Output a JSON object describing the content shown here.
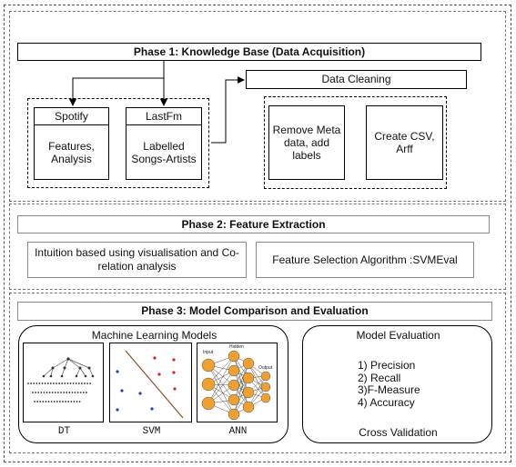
{
  "phase1": {
    "title": "Phase 1: Knowledge Base (Data Acquisition)",
    "spotify": {
      "header": "Spotify",
      "body": "Features,\nAnalysis"
    },
    "lastfm": {
      "header": "LastFm",
      "body": "Labelled\nSongs-Artists"
    },
    "cleaning": "Data Cleaning",
    "remove_meta": "Remove Meta\ndata, add\nlabels",
    "create_csv": "Create CSV,\nArff"
  },
  "phase2": {
    "title": "Phase 2: Feature Extraction",
    "intuition": "Intuition based using visualisation and Co-\nrelation analysis",
    "selection": "Feature Selection Algorithm :SVMEval"
  },
  "phase3": {
    "title": "Phase 3: Model Comparison and Evaluation",
    "ml": {
      "title": "Machine Learning Models",
      "dt": "DT",
      "svm": "SVM",
      "ann": "ANN",
      "ann_input": "Input",
      "ann_hidden": "Hidden",
      "ann_output": "Output"
    },
    "eval": {
      "title": "Model Evaluation",
      "metrics": [
        "1) Precision",
        "2) Recall",
        "3)F-Measure",
        "4) Accuracy"
      ],
      "cross_validation": "Cross Validation"
    }
  },
  "colors": {
    "ann_node": "#f0a030",
    "svm_red": "#e02020",
    "svm_blue": "#2040c0",
    "svm_line": "#9a4a20"
  }
}
